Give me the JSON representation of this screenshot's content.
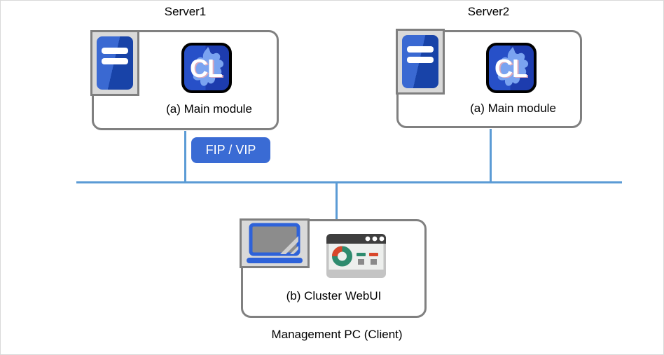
{
  "servers": [
    {
      "title": "Server1",
      "module_label": "(a) Main module"
    },
    {
      "title": "Server2",
      "module_label": "(a) Main module"
    }
  ],
  "badge": {
    "label": "FIP / VIP",
    "color": "#3a6bd4"
  },
  "network": {
    "line_color": "#5b9bd5"
  },
  "management_pc": {
    "module_label": "(b) Cluster WebUI",
    "caption": "Management PC (Client)"
  },
  "cl_icon": {
    "text": "CL"
  },
  "icons": [
    "server-rack-icon",
    "cluster-module-icon",
    "laptop-icon",
    "webui-browser-icon"
  ],
  "colors": {
    "box_border": "#808080",
    "icon_frame_bg": "#d9d9d9",
    "server_panel_blue": "#3a69d2",
    "server_panel_blue_dark": "#1843a8",
    "cl_blue": "#2750c8",
    "cl_blue_dark": "#1d3cae",
    "cl_shape_blue": "#7aa3f0",
    "laptop_blue": "#2e62d9",
    "donut_teal": "#2e8b6e",
    "donut_red": "#d9472b",
    "window_header": "#3e3e3e"
  }
}
